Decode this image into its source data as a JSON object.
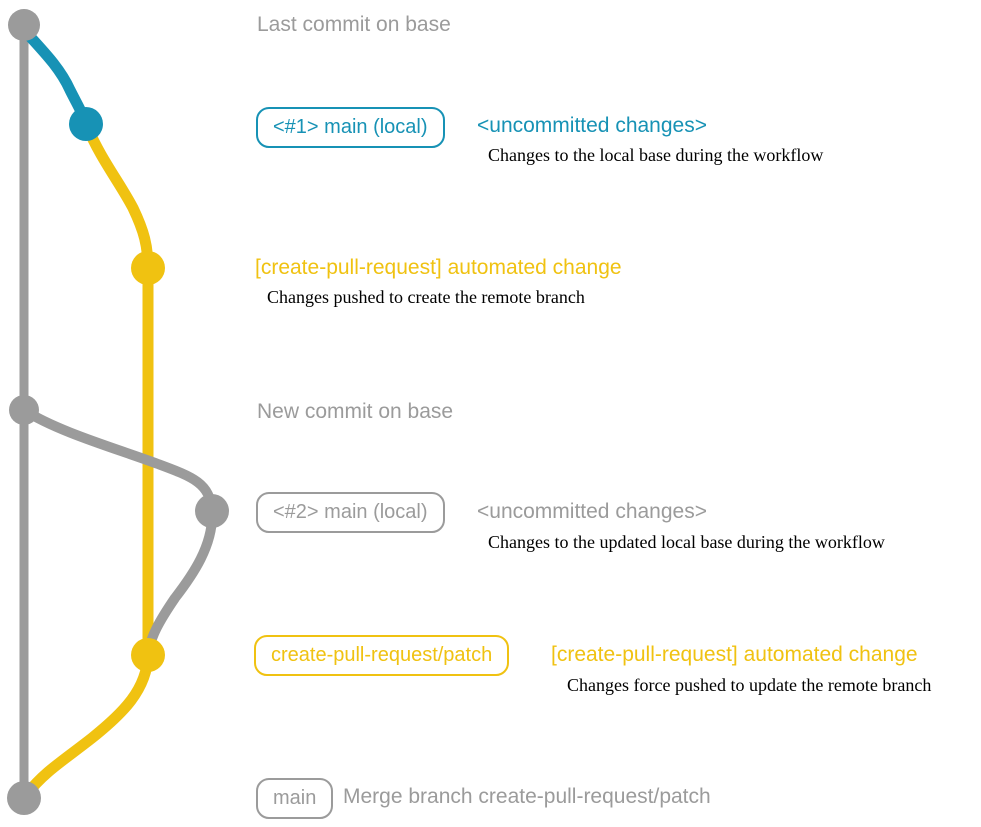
{
  "colors": {
    "gray": "#9B9B9B",
    "blue": "#1792B5",
    "yellow": "#F0C211",
    "note": "#000000",
    "background": "#FFFFFF"
  },
  "captions": {
    "last_commit": "Last commit on base",
    "new_commit": "New commit on base"
  },
  "step1": {
    "badge": "<#1> main (local)",
    "heading": "<uncommitted changes>",
    "note": "Changes to the local base during the workflow"
  },
  "step2": {
    "heading": "[create-pull-request] automated change",
    "note": "Changes pushed to create the remote branch"
  },
  "step3": {
    "badge": "<#2> main (local)",
    "heading": "<uncommitted changes>",
    "note": "Changes to the updated local base during the workflow"
  },
  "step4": {
    "badge": "create-pull-request/patch",
    "heading": "[create-pull-request] automated change",
    "note": "Changes force pushed to update the remote branch"
  },
  "merge": {
    "badge": "main",
    "message": "Merge branch create-pull-request/patch"
  }
}
